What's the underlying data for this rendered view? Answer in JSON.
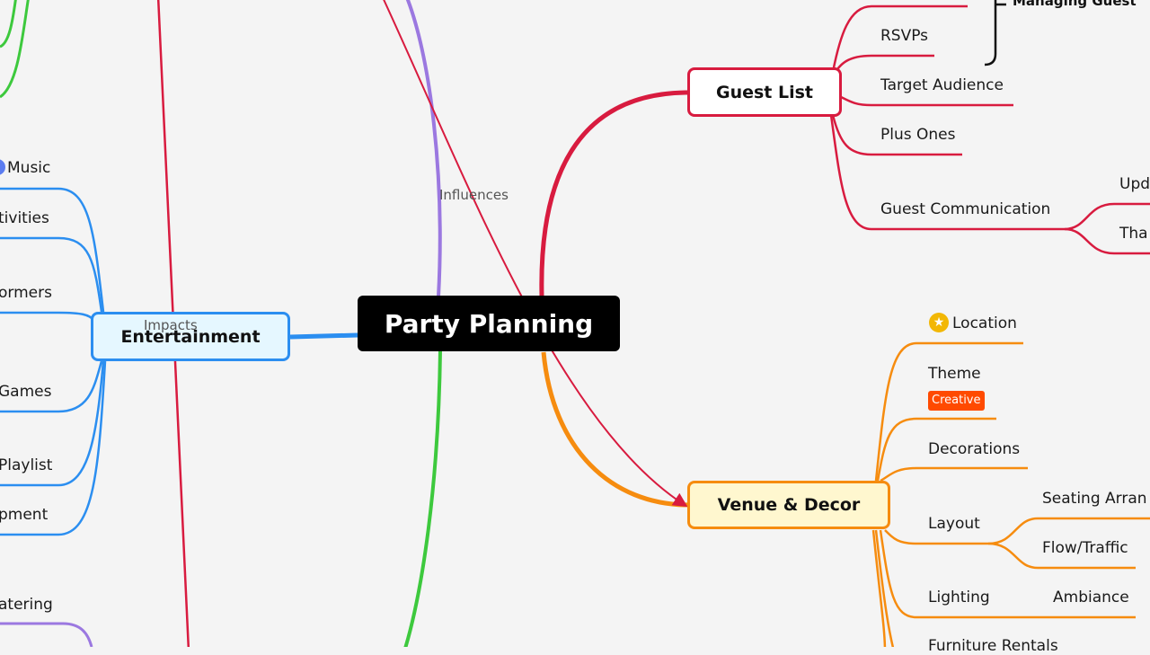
{
  "central": {
    "title": "Party Planning"
  },
  "guest_list": {
    "title": "Guest List",
    "children": [
      "RSVPs",
      "Target Audience",
      "Plus Ones",
      "Guest Communication"
    ],
    "guest_communication_children": [
      "Upd",
      "Tha"
    ],
    "summary": "Managing Guest"
  },
  "venue": {
    "title": "Venue & Decor",
    "children": [
      "Location",
      "Theme",
      "Decorations",
      "Layout",
      "Lighting",
      "Furniture Rentals"
    ],
    "theme_tag": "Creative",
    "layout_children": [
      "Seating Arran",
      "Flow/Traffic"
    ],
    "lighting_children": [
      "Ambiance"
    ],
    "location_icon": "star-icon"
  },
  "entertainment": {
    "title": "Entertainment",
    "children": [
      "Music",
      "tivities",
      "ormers",
      "Games",
      "Playlist",
      "pment"
    ],
    "music_marker": "priority-dot"
  },
  "other_branch": {
    "label": "atering"
  },
  "connections": {
    "influences": "Influences",
    "impacts": "Impacts"
  },
  "colors": {
    "background": "#f4f4f4",
    "guest_list": "#d81b3f",
    "venue": "#f68c0f",
    "entertainment": "#2b8ef0",
    "green_branch": "#3dc93d",
    "purple_branch": "#9b78e0",
    "central": "#000000"
  }
}
